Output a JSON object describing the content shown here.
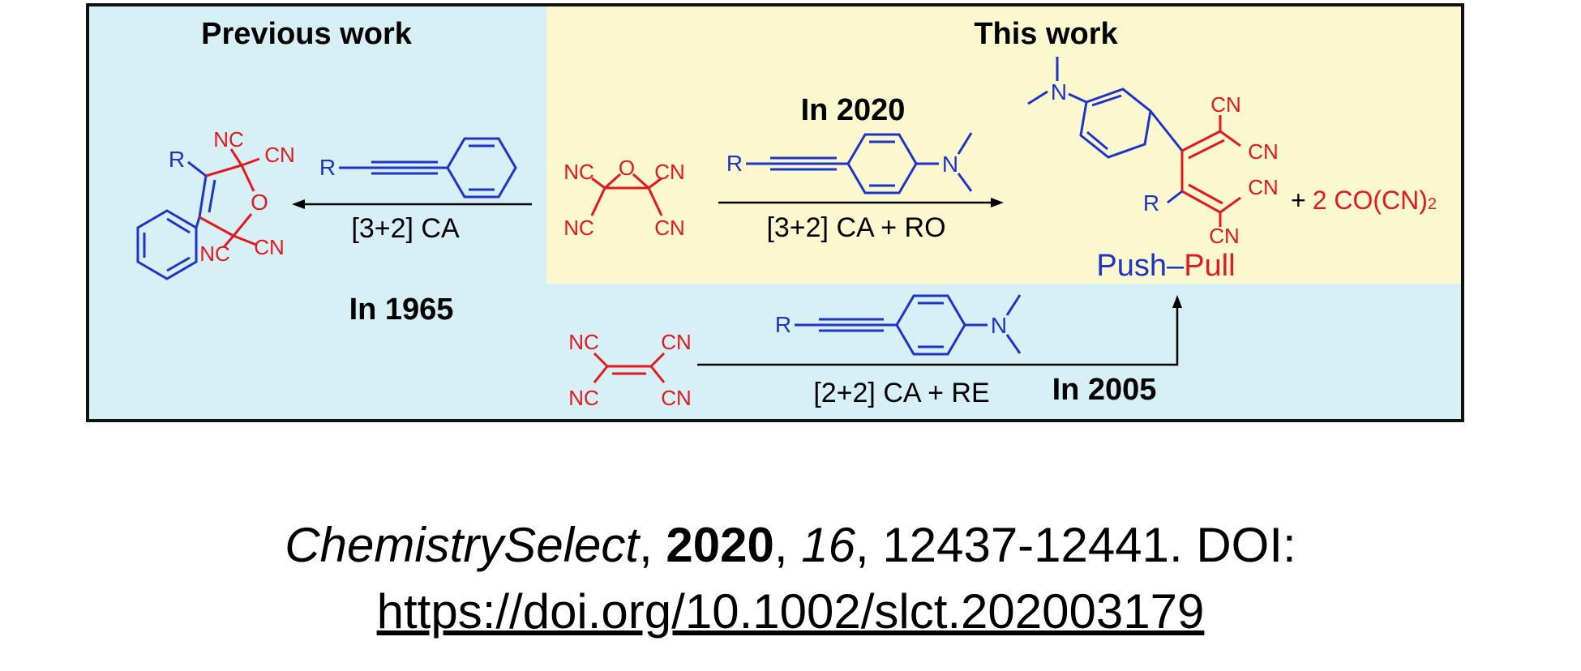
{
  "scheme": {
    "previous_title": "Previous work",
    "this_title": "This work",
    "year_2020": "In 2020",
    "year_1965": "In 1965",
    "year_2005": "In 2005",
    "cond_prev": "[3+2] CA",
    "cond_this": "[3+2] CA + RO",
    "cond_2005": "[2+2] CA + RE",
    "push": "Push",
    "dash": "–",
    "pull": "Pull",
    "byproduct_plus": "+",
    "byproduct_main": "2 CO(CN)",
    "byproduct_sub": "2",
    "atoms": {
      "R": "R",
      "N": "N",
      "O": "O",
      "NC": "NC",
      "CN": "CN"
    },
    "colors": {
      "blue_panel": "#d6f0f6",
      "yellow_panel": "#fbf8cf",
      "red": "#e3191f",
      "blue": "#1f33c7",
      "border": "#111111"
    }
  },
  "citation": {
    "journal": "ChemistrySelect",
    "comma1": ", ",
    "year": "2020",
    "comma2": ",  ",
    "volume": "16",
    "pages": ", 12437-12441. DOI:",
    "doi_url": "https://doi.org/10.1002/slct.202003179"
  }
}
